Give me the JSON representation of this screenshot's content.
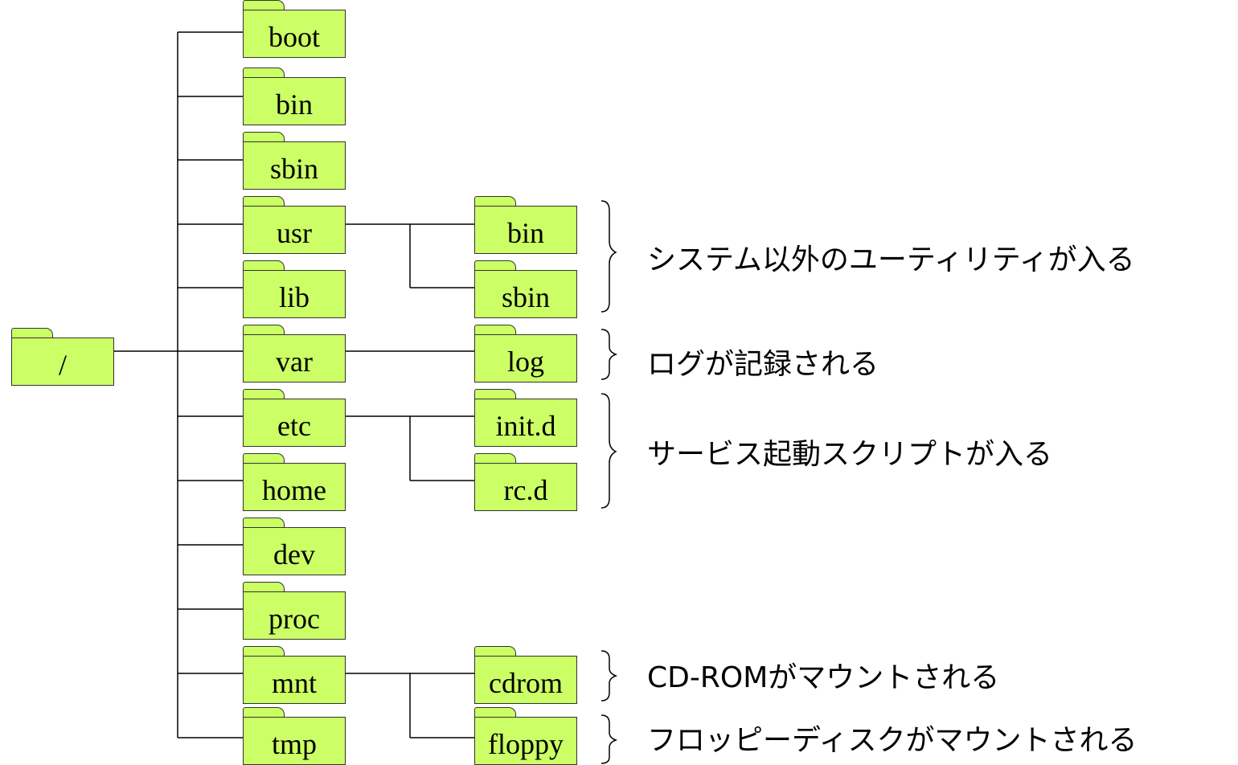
{
  "tree": {
    "root": {
      "label": "/"
    },
    "level1": [
      {
        "id": "boot",
        "label": "boot"
      },
      {
        "id": "bin",
        "label": "bin"
      },
      {
        "id": "sbin",
        "label": "sbin"
      },
      {
        "id": "usr",
        "label": "usr"
      },
      {
        "id": "lib",
        "label": "lib"
      },
      {
        "id": "var",
        "label": "var"
      },
      {
        "id": "etc",
        "label": "etc"
      },
      {
        "id": "home",
        "label": "home"
      },
      {
        "id": "dev",
        "label": "dev"
      },
      {
        "id": "proc",
        "label": "proc"
      },
      {
        "id": "mnt",
        "label": "mnt"
      },
      {
        "id": "tmp",
        "label": "tmp"
      }
    ],
    "level2": [
      {
        "id": "usr-bin",
        "label": "bin",
        "parent": "usr"
      },
      {
        "id": "usr-sbin",
        "label": "sbin",
        "parent": "usr"
      },
      {
        "id": "var-log",
        "label": "log",
        "parent": "var"
      },
      {
        "id": "etc-initd",
        "label": "init.d",
        "parent": "etc"
      },
      {
        "id": "etc-rcd",
        "label": "rc.d",
        "parent": "etc"
      },
      {
        "id": "mnt-cdrom",
        "label": "cdrom",
        "parent": "mnt"
      },
      {
        "id": "mnt-floppy",
        "label": "floppy",
        "parent": "mnt"
      }
    ]
  },
  "annotations": [
    {
      "id": "usr-note",
      "text": "システム以外のユーティリティが入る"
    },
    {
      "id": "log-note",
      "text": "ログが記録される"
    },
    {
      "id": "init-note",
      "text": "サービス起動スクリプトが入る"
    },
    {
      "id": "cdrom-note",
      "text": "CD-ROMがマウントされる"
    },
    {
      "id": "floppy-note",
      "text": "フロッピーディスクがマウントされる"
    }
  ],
  "colors": {
    "folder_fill": "#ccff66",
    "stroke": "#333333"
  }
}
